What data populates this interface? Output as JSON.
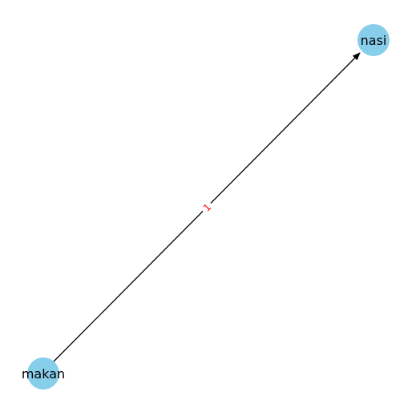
{
  "graph": {
    "directed": true,
    "colors": {
      "node_fill": "#87ceeb",
      "edge": "#000000",
      "edge_label": "#ff0000",
      "node_label": "#000000",
      "background": "#ffffff"
    },
    "nodes": [
      {
        "id": "nasi",
        "label": "nasi"
      },
      {
        "id": "makan",
        "label": "makan"
      }
    ],
    "edges": [
      {
        "source": "makan",
        "target": "nasi",
        "label": "1"
      }
    ]
  }
}
